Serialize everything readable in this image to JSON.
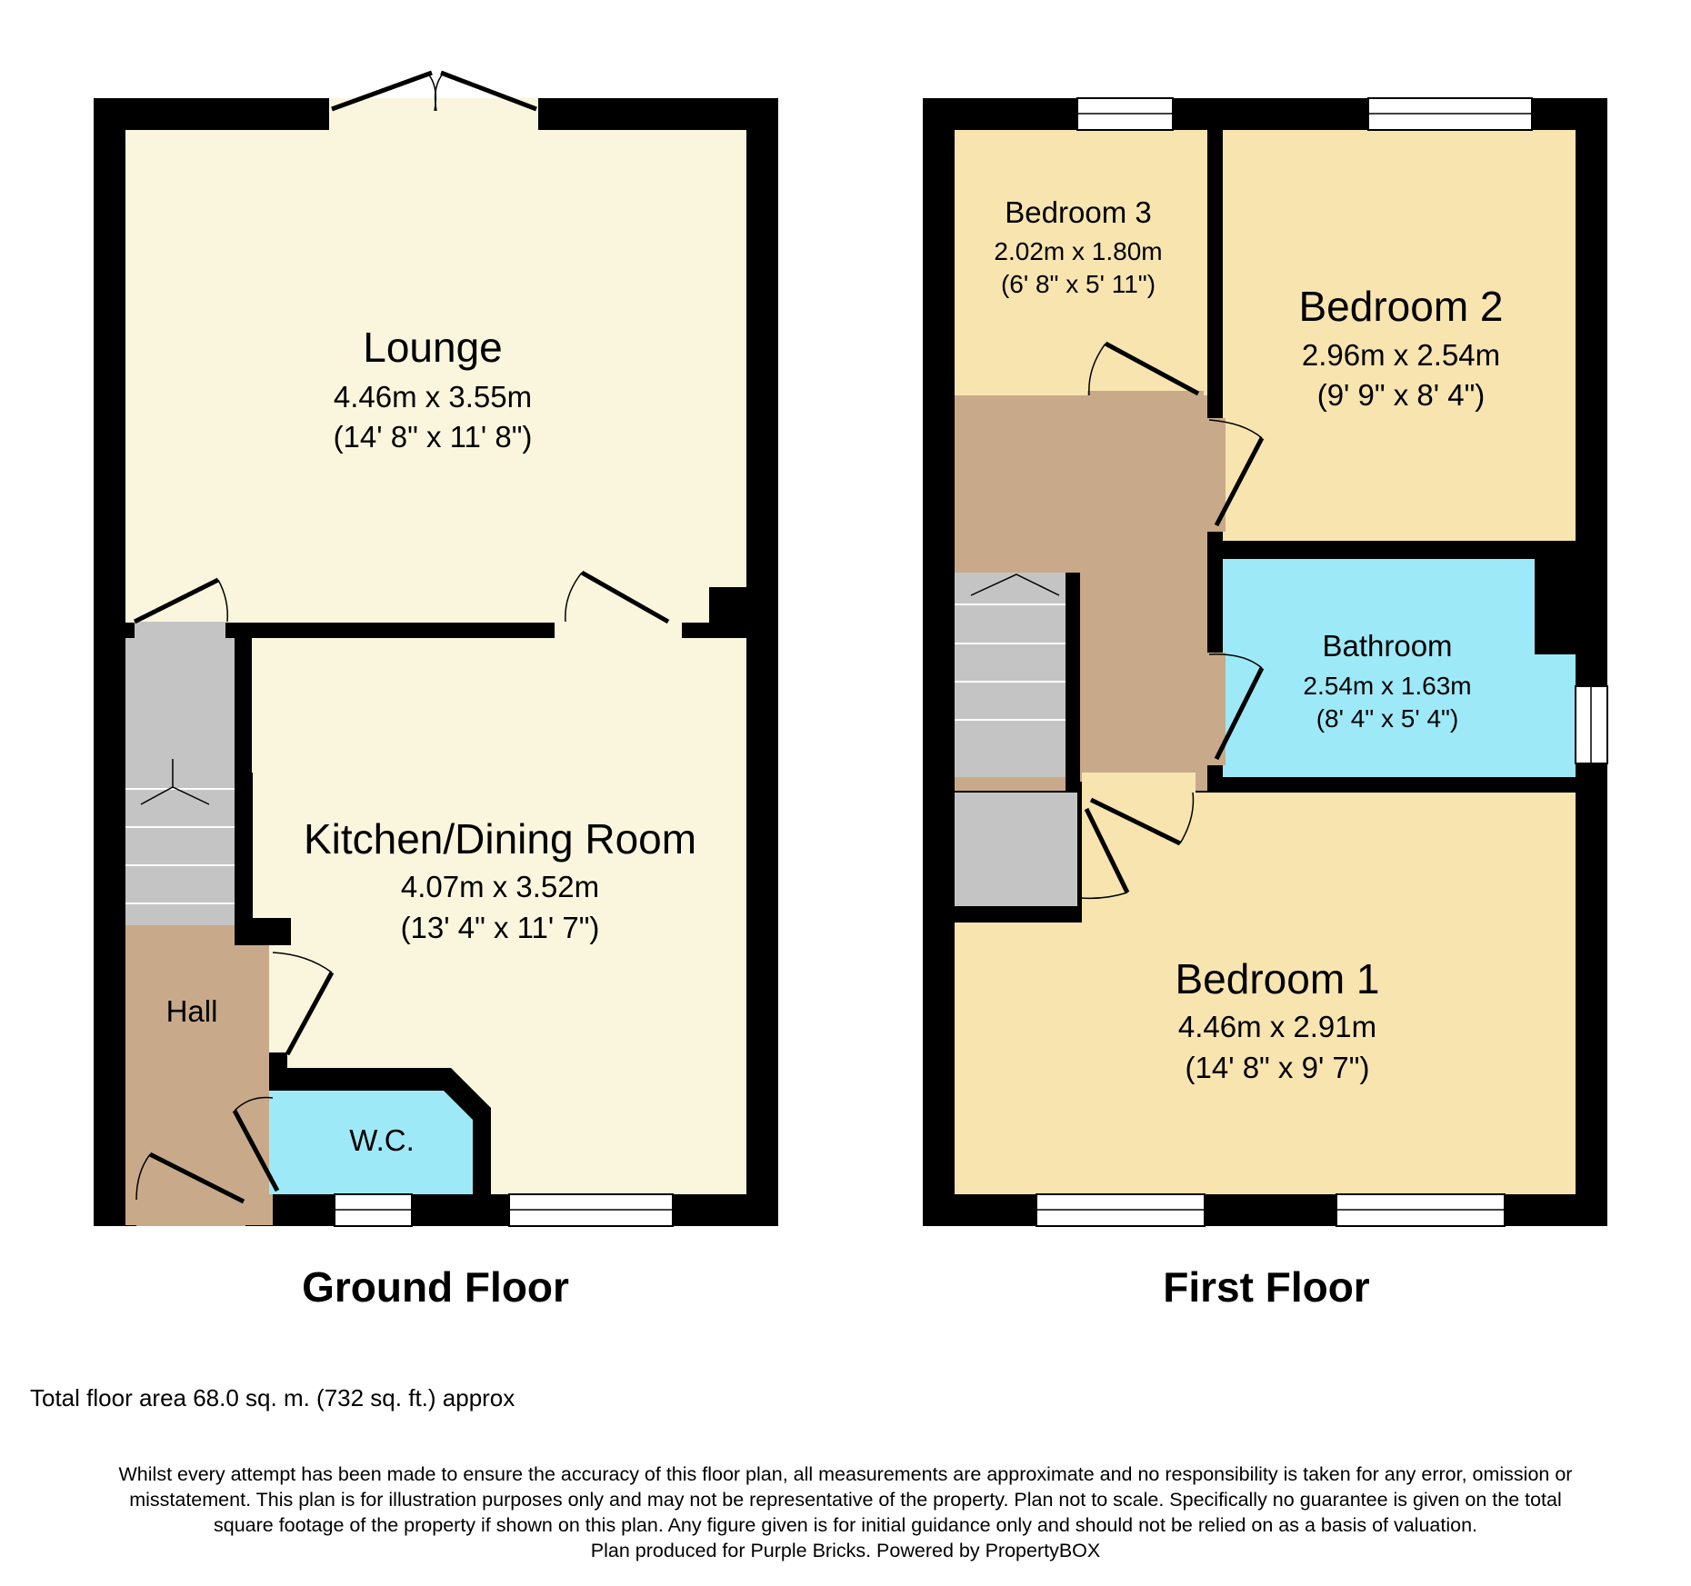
{
  "colors": {
    "wall": "#000000",
    "ground_room": "#faf6de",
    "first_room": "#f7e4af",
    "hall": "#c8aa8a",
    "stairs": "#c4c4c4",
    "wet_room": "#9ee9f7",
    "window": "#ffffff"
  },
  "ground_floor": {
    "title": "Ground Floor",
    "rooms": {
      "lounge": {
        "name": "Lounge",
        "metric": "4.46m x 3.55m",
        "imperial": "(14' 8\" x 11' 8\")"
      },
      "kitchen": {
        "name": "Kitchen/Dining Room",
        "metric": "4.07m x 3.52m",
        "imperial": "(13' 4\" x 11' 7\")"
      },
      "hall": {
        "name": "Hall"
      },
      "wc": {
        "name": "W.C."
      }
    }
  },
  "first_floor": {
    "title": "First Floor",
    "rooms": {
      "bedroom3": {
        "name": "Bedroom 3",
        "metric": "2.02m x 1.80m",
        "imperial": "(6' 8\" x 5' 11\")"
      },
      "bedroom2": {
        "name": "Bedroom 2",
        "metric": "2.96m x 2.54m",
        "imperial": "(9' 9\" x 8' 4\")"
      },
      "bathroom": {
        "name": "Bathroom",
        "metric": "2.54m x 1.63m",
        "imperial": "(8' 4\" x 5' 4\")"
      },
      "bedroom1": {
        "name": "Bedroom 1",
        "metric": "4.46m x 2.91m",
        "imperial": "(14' 8\" x 9' 7\")"
      }
    }
  },
  "total_area": "Total floor area 68.0 sq. m. (732 sq. ft.) approx",
  "disclaimer": [
    "Whilst every attempt has been made to ensure the accuracy of this floor plan, all measurements are approximate and no responsibility is taken for any error, omission or",
    "misstatement. This plan is for illustration purposes only and may not be representative of the property. Plan not to scale. Specifically no guarantee is given on the total",
    "square footage of the property if shown on this plan. Any figure given is for initial guidance only and should not be relied on as a basis of valuation.",
    "Plan produced for Purple Bricks. Powered by PropertyBOX"
  ]
}
